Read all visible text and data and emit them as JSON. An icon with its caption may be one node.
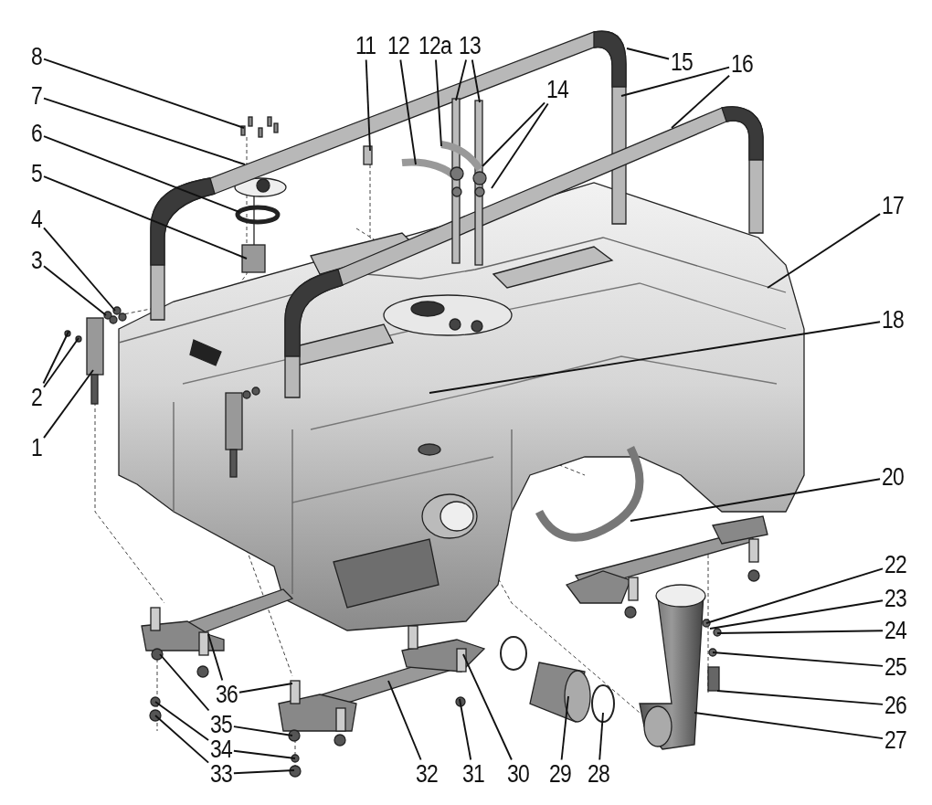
{
  "diagram": {
    "nodes": [
      {
        "text": [
          "1"
        ]
      },
      {
        "text": [
          "2"
        ]
      },
      {
        "text": [
          "3"
        ]
      },
      {
        "text": [
          "4"
        ]
      },
      {
        "text": [
          "5"
        ]
      },
      {
        "text": [
          "6"
        ]
      },
      {
        "text": [
          "7"
        ]
      },
      {
        "text": [
          "8"
        ]
      },
      {
        "text": [
          "11"
        ]
      },
      {
        "text": [
          "12"
        ]
      },
      {
        "text": [
          "12a"
        ]
      },
      {
        "text": [
          "13"
        ]
      },
      {
        "text": [
          "14"
        ]
      },
      {
        "text": [
          "15"
        ]
      },
      {
        "text": [
          "16"
        ]
      },
      {
        "text": [
          "17"
        ]
      },
      {
        "text": [
          "18"
        ]
      },
      {
        "text": [
          "20"
        ]
      },
      {
        "text": [
          "22"
        ]
      },
      {
        "text": [
          "23"
        ]
      },
      {
        "text": [
          "24"
        ]
      },
      {
        "text": [
          "25"
        ]
      },
      {
        "text": [
          "26"
        ]
      },
      {
        "text": [
          "27"
        ]
      },
      {
        "text": [
          "28"
        ]
      },
      {
        "text": [
          "29"
        ]
      },
      {
        "text": [
          "30"
        ]
      },
      {
        "text": [
          "31"
        ]
      },
      {
        "text": [
          "32"
        ]
      },
      {
        "text": [
          "33"
        ]
      },
      {
        "text": [
          "34"
        ]
      },
      {
        "text": [
          "35"
        ]
      },
      {
        "text": [
          "36"
        ]
      }
    ],
    "edges": [
      {
        "from": 0,
        "to": null,
        "arrow": "none"
      },
      {
        "from": 1,
        "to": null,
        "arrow": "none"
      },
      {
        "from": 1,
        "to": null,
        "arrow": "none"
      },
      {
        "from": 2,
        "to": null,
        "arrow": "none"
      },
      {
        "from": 3,
        "to": null,
        "arrow": "none"
      },
      {
        "from": 4,
        "to": null,
        "arrow": "none"
      },
      {
        "from": 5,
        "to": null,
        "arrow": "none"
      },
      {
        "from": 6,
        "to": null,
        "arrow": "none"
      },
      {
        "from": 7,
        "to": null,
        "arrow": "none"
      },
      {
        "from": 8,
        "to": null,
        "arrow": "none"
      },
      {
        "from": 9,
        "to": null,
        "arrow": "none"
      },
      {
        "from": 10,
        "to": null,
        "arrow": "none"
      },
      {
        "from": 11,
        "to": null,
        "arrow": "none"
      },
      {
        "from": 11,
        "to": null,
        "arrow": "none"
      },
      {
        "from": 12,
        "to": null,
        "arrow": "none"
      },
      {
        "from": 12,
        "to": null,
        "arrow": "none"
      },
      {
        "from": 13,
        "to": null,
        "arrow": "none"
      },
      {
        "from": 14,
        "to": null,
        "arrow": "none"
      },
      {
        "from": 14,
        "to": null,
        "arrow": "none"
      },
      {
        "from": 15,
        "to": null,
        "arrow": "none"
      },
      {
        "from": 16,
        "to": null,
        "arrow": "none"
      },
      {
        "from": 17,
        "to": null,
        "arrow": "none"
      },
      {
        "from": 18,
        "to": null,
        "arrow": "none"
      },
      {
        "from": 19,
        "to": null,
        "arrow": "none"
      },
      {
        "from": 20,
        "to": null,
        "arrow": "none"
      },
      {
        "from": 21,
        "to": null,
        "arrow": "none"
      },
      {
        "from": 22,
        "to": null,
        "arrow": "none"
      },
      {
        "from": 23,
        "to": null,
        "arrow": "none"
      },
      {
        "from": 24,
        "to": null,
        "arrow": "none"
      },
      {
        "from": 25,
        "to": null,
        "arrow": "none"
      },
      {
        "from": 26,
        "to": null,
        "arrow": "none"
      },
      {
        "from": 27,
        "to": null,
        "arrow": "none"
      },
      {
        "from": 28,
        "to": null,
        "arrow": "none"
      },
      {
        "from": 29,
        "to": null,
        "arrow": "none"
      },
      {
        "from": 29,
        "to": null,
        "arrow": "none"
      },
      {
        "from": 30,
        "to": null,
        "arrow": "none"
      },
      {
        "from": 30,
        "to": null,
        "arrow": "none"
      },
      {
        "from": 31,
        "to": null,
        "arrow": "none"
      },
      {
        "from": 31,
        "to": null,
        "arrow": "none"
      },
      {
        "from": 32,
        "to": null,
        "arrow": "none"
      },
      {
        "from": 32,
        "to": null,
        "arrow": "none"
      }
    ]
  }
}
